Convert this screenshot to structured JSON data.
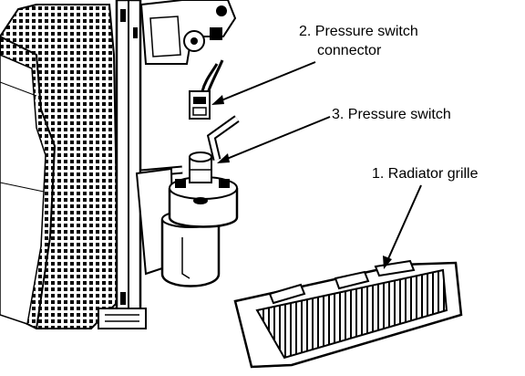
{
  "callouts": {
    "pressure_switch_connector": {
      "line1": "2. Pressure switch",
      "line2": "connector"
    },
    "pressure_switch": {
      "label": "3. Pressure switch"
    },
    "radiator_grille": {
      "label": "1. Radiator grille"
    }
  },
  "colors": {
    "ink": "#000000",
    "paper": "#ffffff"
  }
}
